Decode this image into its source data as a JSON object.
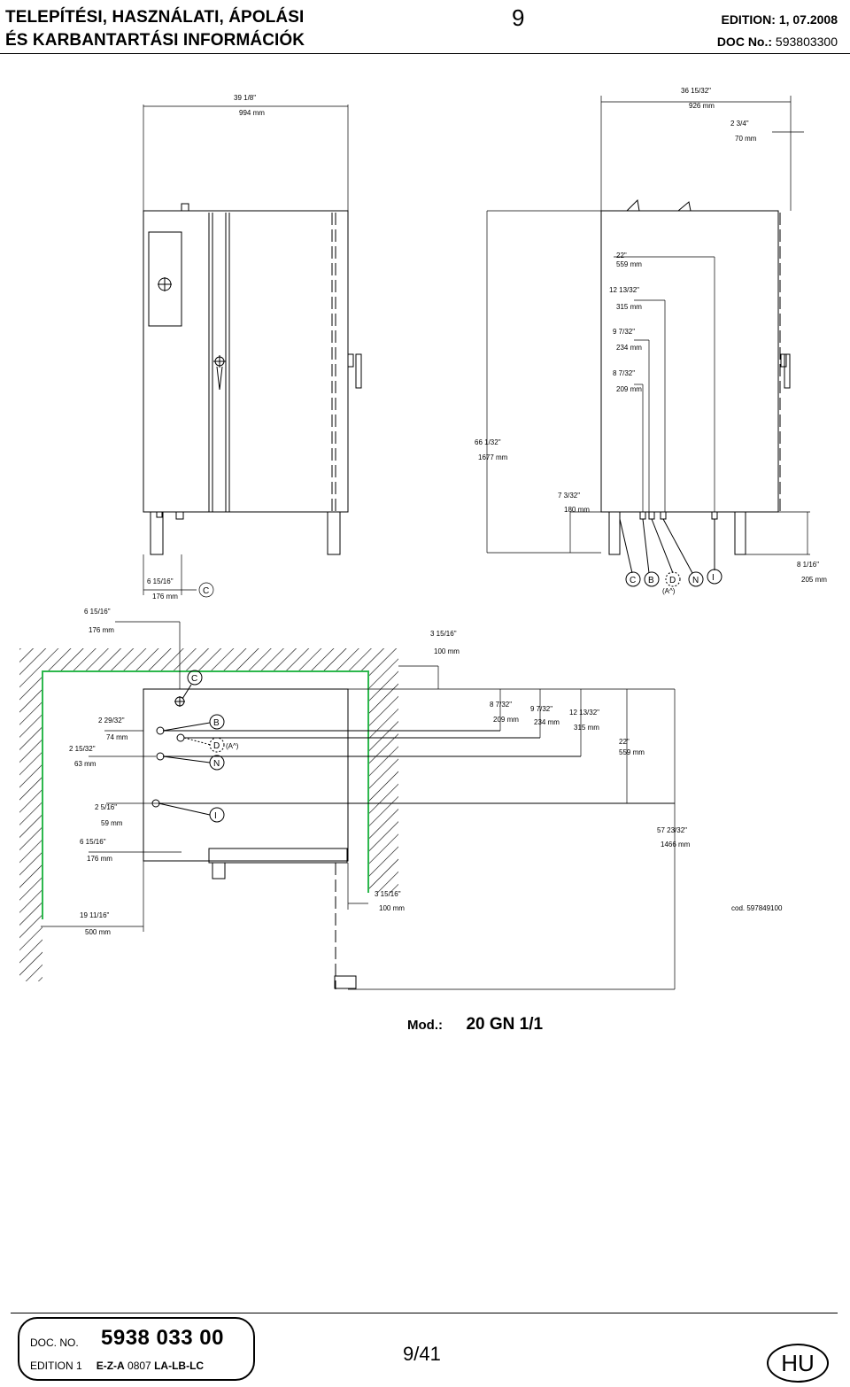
{
  "header": {
    "title_line1": "TELEPÍTÉSI, HASZNÁLATI, ÁPOLÁSI",
    "title_line2": "ÉS KARBANTARTÁSI INFORMÁCIÓK",
    "page_number": "9",
    "edition": "EDITION: 1,  07.2008",
    "doc_label": "DOC No.:",
    "doc_value": "593803300"
  },
  "drawing": {
    "front_width_frac": "39 1/8\"",
    "front_width_mm": "994  mm",
    "side_width_frac": "36 15/32\"",
    "side_width_mm": "926  mm",
    "side_right_frac": "2 3/4\"",
    "side_right_mm": "70  mm",
    "h559_frac": "22\"",
    "h559_mm": "559  mm",
    "h315_frac": "12 13/32\"",
    "h315_mm": "315  mm",
    "h234_frac": "9 7/32\"",
    "h234_mm": "234  mm",
    "h209_frac": "8 7/32\"",
    "h209_mm": "209  mm",
    "height_frac": "66 1/32\"",
    "height_mm": "1677  mm",
    "h180_frac": "7 3/32\"",
    "h180_mm": "180  mm",
    "feet_frac": "8 1/16\"",
    "feet_mm": "205  mm",
    "c_offset_frac": "6 15/16\"",
    "c_offset_mm": "176  mm",
    "plan_top_frac": "6 15/16\"",
    "plan_top_mm": "176  mm",
    "wall_gap_frac": "3 15/16\"",
    "wall_gap_mm": "100  mm",
    "p209_frac": "8 7/32\"",
    "p209_mm": "209  mm",
    "p234_frac": "9 7/32\"",
    "p234_mm": "234  mm",
    "p315_frac": "12 13/32\"",
    "p315_mm": "315  mm",
    "p559_frac": "22\"",
    "p559_mm": "559  mm",
    "p74_frac": "2 29/32\"",
    "p74_mm": "74  mm",
    "p63_frac": "2 15/32\"",
    "p63_mm": "63  mm",
    "p59_frac": "2 5/16\"",
    "p59_mm": "59  mm",
    "p176_frac": "6 15/16\"",
    "p176_mm": "176  mm",
    "depth_frac": "57 23/32\"",
    "depth_mm": "1466  mm",
    "left_frac": "19 11/16\"",
    "left_mm": "500  mm",
    "bottom_gap_frac": "3 15/16\"",
    "bottom_gap_mm": "100  mm",
    "code": "cod. 597849100",
    "labels": {
      "C": "C",
      "B": "B",
      "D": "D",
      "N": "N",
      "I": "I",
      "A": "(A^)"
    }
  },
  "model": {
    "label": "Mod.:",
    "value": "20 GN 1/1"
  },
  "footer": {
    "doc_no_label": "DOC. NO.",
    "doc_no_value": "5938 033 00",
    "edition_label": "EDITION  1",
    "edition_code": "E-Z-A",
    "edition_date": "0807",
    "edition_lang": "LA-LB-LC",
    "page_count": "9/41",
    "lang": "HU"
  }
}
